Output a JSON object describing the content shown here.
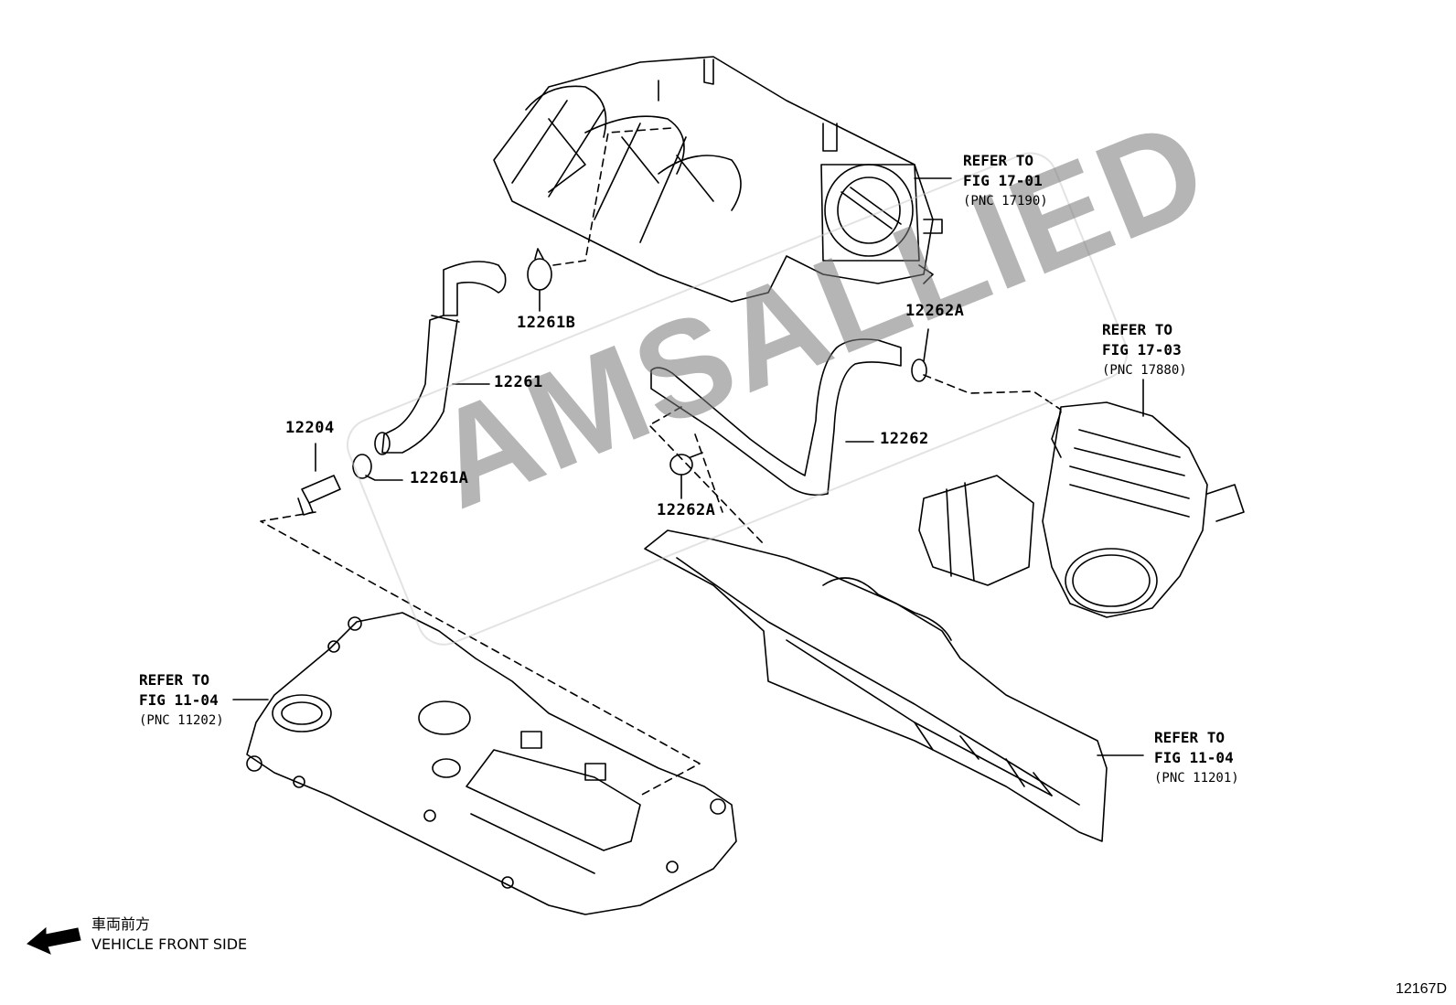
{
  "labels": {
    "p12261B": "12261B",
    "p12261": "12261",
    "p12204": "12204",
    "p12261A": "12261A",
    "p12262A_top": "12262A",
    "p12262": "12262",
    "p12262A_bottom": "12262A"
  },
  "refs": [
    {
      "line1": "REFER TO",
      "line2": "FIG 17-01",
      "line3": "(PNC 17190)"
    },
    {
      "line1": "REFER TO",
      "line2": "FIG 17-03",
      "line3": "(PNC 17880)"
    },
    {
      "line1": "REFER TO",
      "line2": "FIG 11-04",
      "line3": "(PNC 11202)"
    },
    {
      "line1": "REFER TO",
      "line2": "FIG 11-04",
      "line3": "(PNC 11201)"
    }
  ],
  "direction": {
    "japanese": "車両前方",
    "english": "VEHICLE FRONT SIDE"
  },
  "figure_number": "12167D",
  "watermark": "AMSALLIED"
}
